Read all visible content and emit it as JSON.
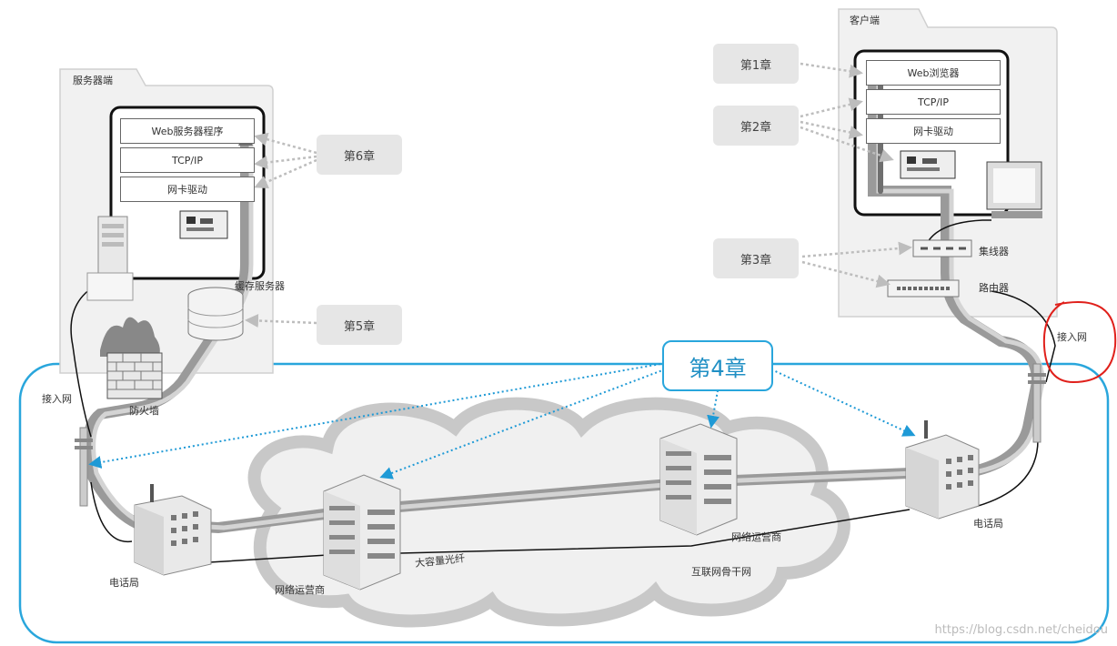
{
  "server": {
    "title": "服务器端",
    "stack": [
      "Web服务器程序",
      "TCP/IP",
      "网卡驱动"
    ],
    "cache_label": "缓存服务器",
    "firewall_label": "防火墙",
    "access_label": "接入网"
  },
  "client": {
    "title": "客户端",
    "stack": [
      "Web浏览器",
      "TCP/IP",
      "网卡驱动"
    ],
    "hub_label": "集线器",
    "router_label": "路由器",
    "access_label": "接入网"
  },
  "chapters": {
    "ch1": "第1章",
    "ch2": "第2章",
    "ch3": "第3章",
    "ch4": "第4章",
    "ch5": "第5章",
    "ch6": "第6章"
  },
  "network": {
    "phone_left": "电话局",
    "phone_right": "电话局",
    "isp_left": "网络运营商",
    "isp_right": "网络运营商",
    "fiber": "大容量光纤",
    "backbone": "互联网骨干网"
  },
  "watermark": "https://blog.csdn.net/cheidou",
  "colors": {
    "highlight": "#29a6dc",
    "annotation": "#e0201b"
  }
}
